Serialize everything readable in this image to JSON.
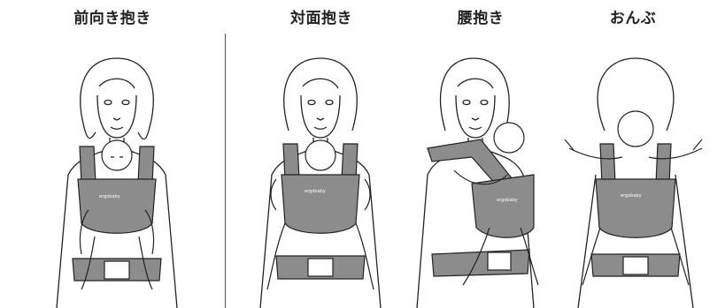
{
  "panels": [
    {
      "id": "front",
      "label": "前向き抱き",
      "logo": "ergobaby"
    },
    {
      "id": "facing",
      "label": "対面抱き",
      "logo": "ergobaby"
    },
    {
      "id": "hip",
      "label": "腰抱き",
      "logo": "ergobaby"
    },
    {
      "id": "back",
      "label": "おんぶ",
      "logo": "ergobaby"
    }
  ],
  "colors": {
    "carrier": "#8c8c8c",
    "carrier_dark": "#6f6f6f",
    "line": "#222222",
    "skin": "#ffffff",
    "divider": "#555555"
  }
}
